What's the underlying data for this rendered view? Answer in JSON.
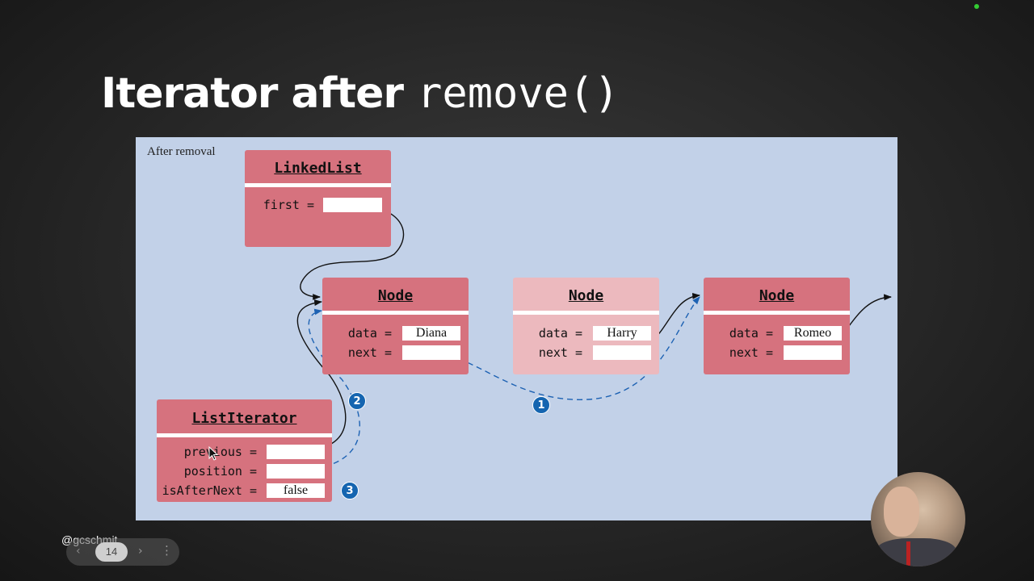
{
  "slide": {
    "title_text": "Iterator after ",
    "title_code": "remove()",
    "page_number": "14",
    "handle": "@gcschmit"
  },
  "diagram": {
    "caption": "After removal",
    "linked_list": {
      "header": "LinkedList",
      "first_label": "first ="
    },
    "nodes": [
      {
        "header": "Node",
        "data_label": "data =",
        "next_label": "next =",
        "data_value": "Diana",
        "removed": false
      },
      {
        "header": "Node",
        "data_label": "data =",
        "next_label": "next =",
        "data_value": "Harry",
        "removed": true
      },
      {
        "header": "Node",
        "data_label": "data =",
        "next_label": "next =",
        "data_value": "Romeo",
        "removed": false
      }
    ],
    "iterator": {
      "header": "ListIterator",
      "previous_label": "previous =",
      "position_label": "position =",
      "isafternext_label": "isAfterNext =",
      "isafternext_value": "false"
    },
    "markers": [
      "1",
      "2",
      "3"
    ]
  },
  "nav": {
    "prev": "‹",
    "next": "›",
    "menu": "⋮"
  },
  "colors": {
    "panel": "#c2d1e8",
    "box": "#d6727e",
    "removed_box": "#ecb9be",
    "marker": "#1565b0",
    "dashed_arrow": "#1d62b3"
  }
}
